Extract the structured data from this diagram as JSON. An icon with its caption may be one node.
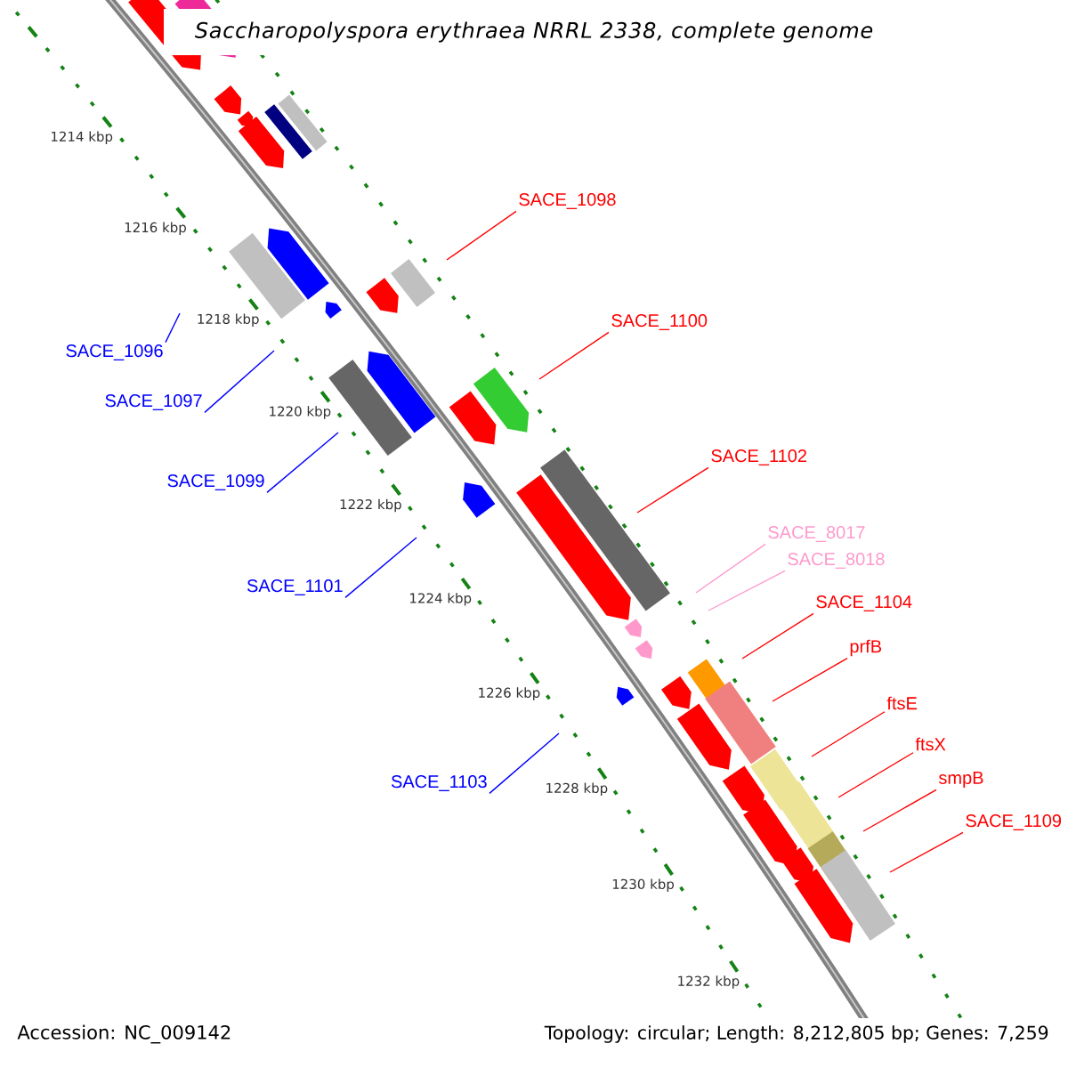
{
  "diagram": {
    "title": "Saccharopolyspora erythraea NRRL 2338, complete genome",
    "nodes": [
      {
        "text": [
          "SACE_1098"
        ]
      },
      {
        "text": [
          "SACE_1100"
        ]
      },
      {
        "text": [
          "SACE_1096"
        ]
      },
      {
        "text": [
          "SACE_1097"
        ]
      },
      {
        "text": [
          "SACE_1102"
        ]
      },
      {
        "text": [
          "SACE_1099"
        ]
      },
      {
        "text": [
          "SACE_8017"
        ]
      },
      {
        "text": [
          "SACE_8018"
        ]
      },
      {
        "text": [
          "SACE_1101"
        ]
      },
      {
        "text": [
          "SACE_1104"
        ]
      },
      {
        "text": [
          "prfB"
        ]
      },
      {
        "text": [
          "ftsE"
        ]
      },
      {
        "text": [
          "ftsX"
        ]
      },
      {
        "text": [
          "smpB"
        ]
      },
      {
        "text": [
          "SACE_1103"
        ]
      },
      {
        "text": [
          "SACE_1109"
        ]
      }
    ],
    "edges": [
      {
        "from": 0,
        "to": null,
        "arrow": "none"
      },
      {
        "from": 1,
        "to": null,
        "arrow": "none"
      },
      {
        "from": 2,
        "to": null,
        "arrow": "none",
        "color": "#0000ff"
      },
      {
        "from": 3,
        "to": null,
        "arrow": "none",
        "color": "#0000ff"
      },
      {
        "from": 4,
        "to": null,
        "arrow": "none"
      },
      {
        "from": 5,
        "to": null,
        "arrow": "none",
        "color": "#0000ff"
      },
      {
        "from": 6,
        "to": null,
        "arrow": "none",
        "color": "#ff99cc"
      },
      {
        "from": 7,
        "to": null,
        "arrow": "none",
        "color": "#ff99cc"
      },
      {
        "from": 8,
        "to": null,
        "arrow": "none",
        "color": "#0000ff"
      },
      {
        "from": 9,
        "to": null,
        "arrow": "none"
      },
      {
        "from": 10,
        "to": null,
        "arrow": "none"
      },
      {
        "from": 11,
        "to": null,
        "arrow": "none"
      },
      {
        "from": 12,
        "to": null,
        "arrow": "none"
      },
      {
        "from": 13,
        "to": null,
        "arrow": "none"
      },
      {
        "from": 14,
        "to": null,
        "arrow": "none",
        "color": "#0000ff"
      },
      {
        "from": 15,
        "to": null,
        "arrow": "none"
      }
    ],
    "labels": [
      "1214 kbp",
      "1216 kbp",
      "1218 kbp",
      "1220 kbp",
      "1222 kbp",
      "1224 kbp",
      "1226 kbp",
      "1228 kbp",
      "1230 kbp",
      "1232 kbp",
      "Accession: NC_009142",
      "Topology: circular; Length: 8,212,805 bp; Genes: 7,259"
    ]
  }
}
